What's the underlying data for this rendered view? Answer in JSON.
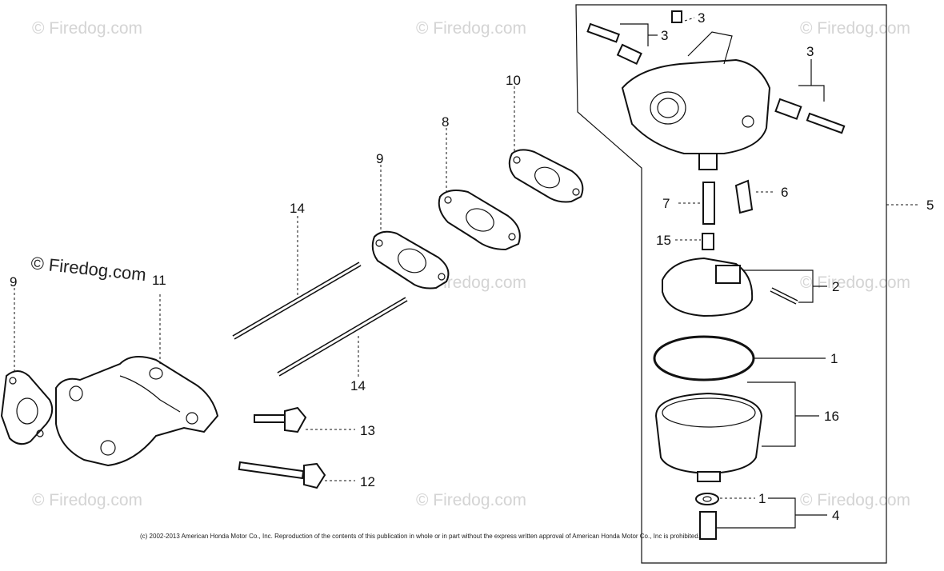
{
  "watermark": "© Firedog.com",
  "copyright": "(c) 2002-2013 American Honda Motor Co., Inc. Reproduction of the contents of this publication in whole or in part without the express written approval of American Honda Motor Co., Inc is prohibited.",
  "callouts": {
    "c1a": "1",
    "c1b": "1",
    "c2": "2",
    "c3a": "3",
    "c3b": "3",
    "c3c": "3",
    "c4": "4",
    "c5": "5",
    "c6": "6",
    "c7": "7",
    "c8": "8",
    "c9a": "9",
    "c9b": "9",
    "c10": "10",
    "c11": "11",
    "c12": "12",
    "c13": "13",
    "c14a": "14",
    "c14b": "14",
    "c15": "15",
    "c16": "16"
  }
}
